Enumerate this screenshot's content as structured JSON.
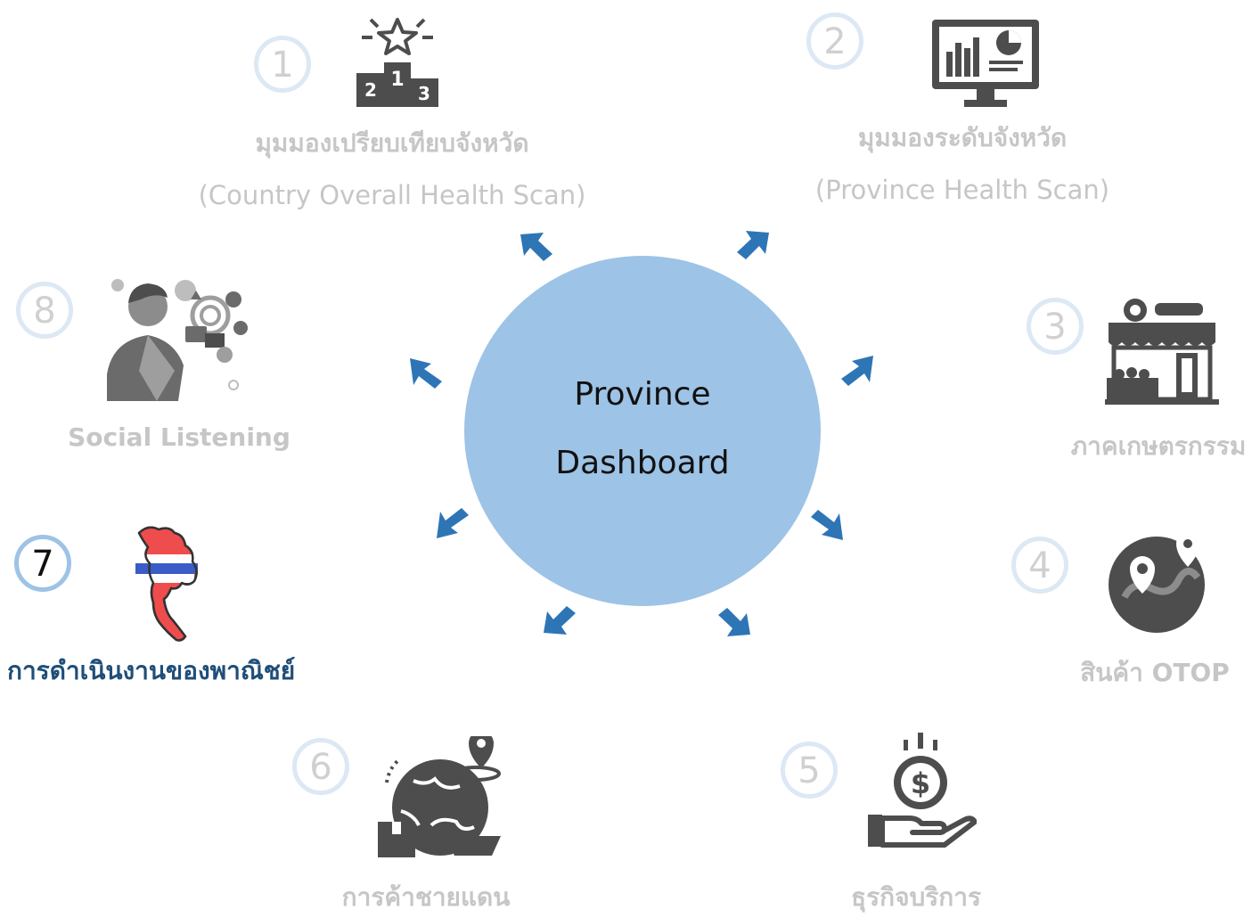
{
  "center": {
    "line1": "Province",
    "line2": "Dashboard"
  },
  "items": [
    {
      "number": "1",
      "title": "มุมมองเปรียบเทียบจังหวัด",
      "subtitle": "(Country Overall Health Scan)",
      "icon": "podium-ranking-icon"
    },
    {
      "number": "2",
      "title": "มุมมองระดับจังหวัด",
      "subtitle": "(Province Health Scan)",
      "icon": "monitor-chart-icon"
    },
    {
      "number": "3",
      "title": "ภาคเกษตรกรรม",
      "icon": "market-stall-icon"
    },
    {
      "number": "4",
      "title": "สินค้า OTOP",
      "icon": "map-route-icon"
    },
    {
      "number": "5",
      "title": "ธุรกิจบริการ",
      "icon": "hand-coin-icon"
    },
    {
      "number": "6",
      "title": "การค้าชายแดน",
      "icon": "globe-shipping-icon"
    },
    {
      "number": "7",
      "title": "การดำเนินงานของพาณิชย์",
      "icon": "thailand-map-icon",
      "active": true
    },
    {
      "number": "8",
      "title": "Social Listening",
      "icon": "social-media-person-icon"
    }
  ],
  "colors": {
    "circle": "#9dc3e6",
    "arrow": "#2e75b6",
    "active_text": "#1f4e79",
    "inactive_text": "#c6c6c6",
    "icon_gray": "#4d4d4d"
  }
}
